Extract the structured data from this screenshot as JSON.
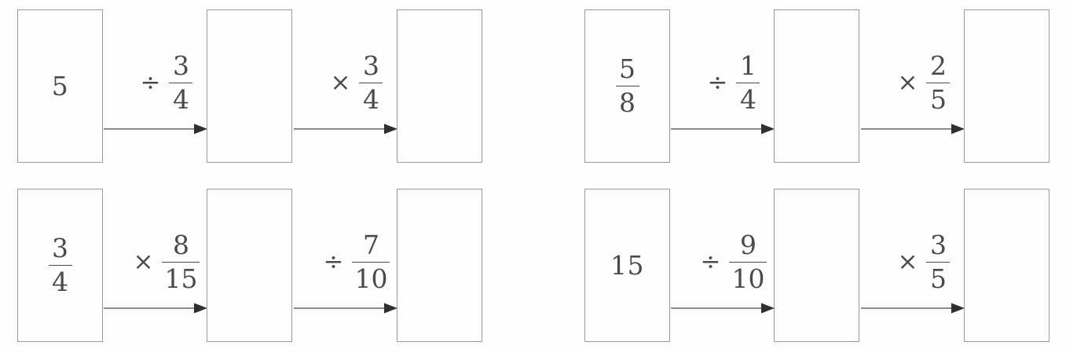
{
  "page": {
    "title": "Fraction Operation Flow Charts",
    "background_color": "#fdfdfd",
    "line_color": "#9a9a9a",
    "text_color": "#4a4a4a"
  },
  "icons": {
    "arrow": "right-arrow-icon",
    "divide": "divide-sign",
    "multiply": "multiply-sign"
  },
  "symbols": {
    "divide": "÷",
    "multiply": "×"
  },
  "problems": [
    {
      "id": "problem-1",
      "start": {
        "type": "whole",
        "value": "5"
      },
      "steps": [
        {
          "operator": "÷",
          "operator_name": "divide",
          "operand": {
            "type": "fraction",
            "numerator": "3",
            "denominator": "4"
          },
          "result": {
            "type": "blank",
            "value": ""
          }
        },
        {
          "operator": "×",
          "operator_name": "multiply",
          "operand": {
            "type": "fraction",
            "numerator": "3",
            "denominator": "4"
          },
          "result": {
            "type": "blank",
            "value": ""
          }
        }
      ]
    },
    {
      "id": "problem-2",
      "start": {
        "type": "fraction",
        "numerator": "3",
        "denominator": "4"
      },
      "steps": [
        {
          "operator": "×",
          "operator_name": "multiply",
          "operand": {
            "type": "fraction",
            "numerator": "8",
            "denominator": "15"
          },
          "result": {
            "type": "blank",
            "value": ""
          }
        },
        {
          "operator": "÷",
          "operator_name": "divide",
          "operand": {
            "type": "fraction",
            "numerator": "7",
            "denominator": "10"
          },
          "result": {
            "type": "blank",
            "value": ""
          }
        }
      ]
    },
    {
      "id": "problem-3",
      "start": {
        "type": "fraction",
        "numerator": "5",
        "denominator": "8"
      },
      "steps": [
        {
          "operator": "÷",
          "operator_name": "divide",
          "operand": {
            "type": "fraction",
            "numerator": "1",
            "denominator": "4"
          },
          "result": {
            "type": "blank",
            "value": ""
          }
        },
        {
          "operator": "×",
          "operator_name": "multiply",
          "operand": {
            "type": "fraction",
            "numerator": "2",
            "denominator": "5"
          },
          "result": {
            "type": "blank",
            "value": ""
          }
        }
      ]
    },
    {
      "id": "problem-4",
      "start": {
        "type": "whole",
        "value": "15"
      },
      "steps": [
        {
          "operator": "÷",
          "operator_name": "divide",
          "operand": {
            "type": "fraction",
            "numerator": "9",
            "denominator": "10"
          },
          "result": {
            "type": "blank",
            "value": ""
          }
        },
        {
          "operator": "×",
          "operator_name": "multiply",
          "operand": {
            "type": "fraction",
            "numerator": "3",
            "denominator": "5"
          },
          "result": {
            "type": "blank",
            "value": ""
          }
        }
      ]
    }
  ]
}
